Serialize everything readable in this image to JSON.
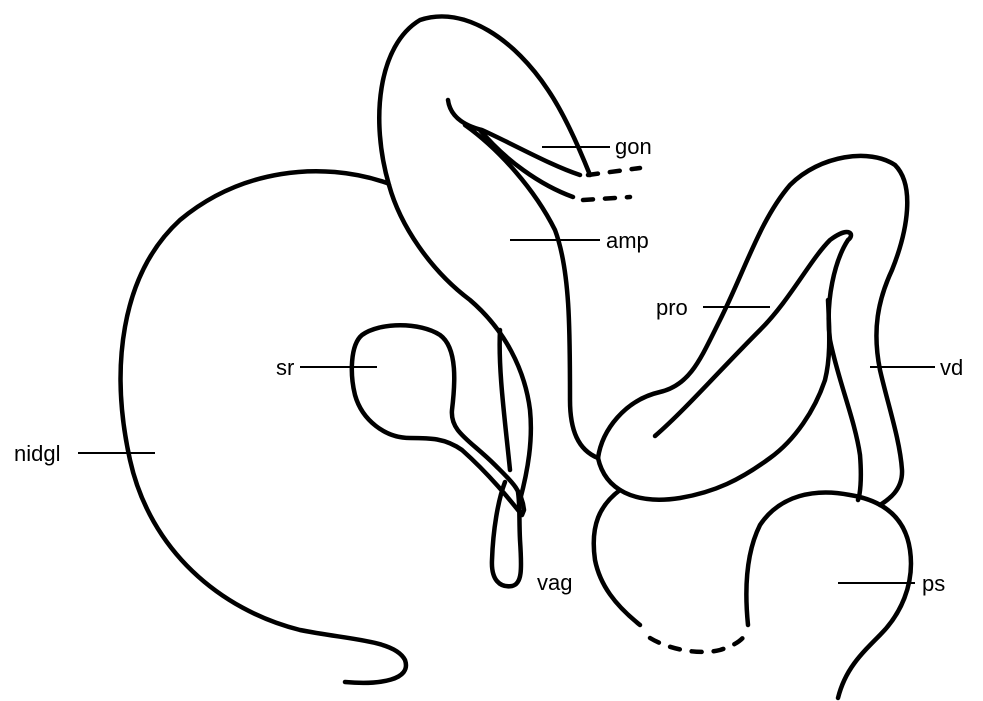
{
  "labels": {
    "gon": "gon",
    "amp": "amp",
    "pro": "pro",
    "sr": "sr",
    "vd": "vd",
    "nidgl": "nidgl",
    "vag": "vag",
    "ps": "ps"
  }
}
